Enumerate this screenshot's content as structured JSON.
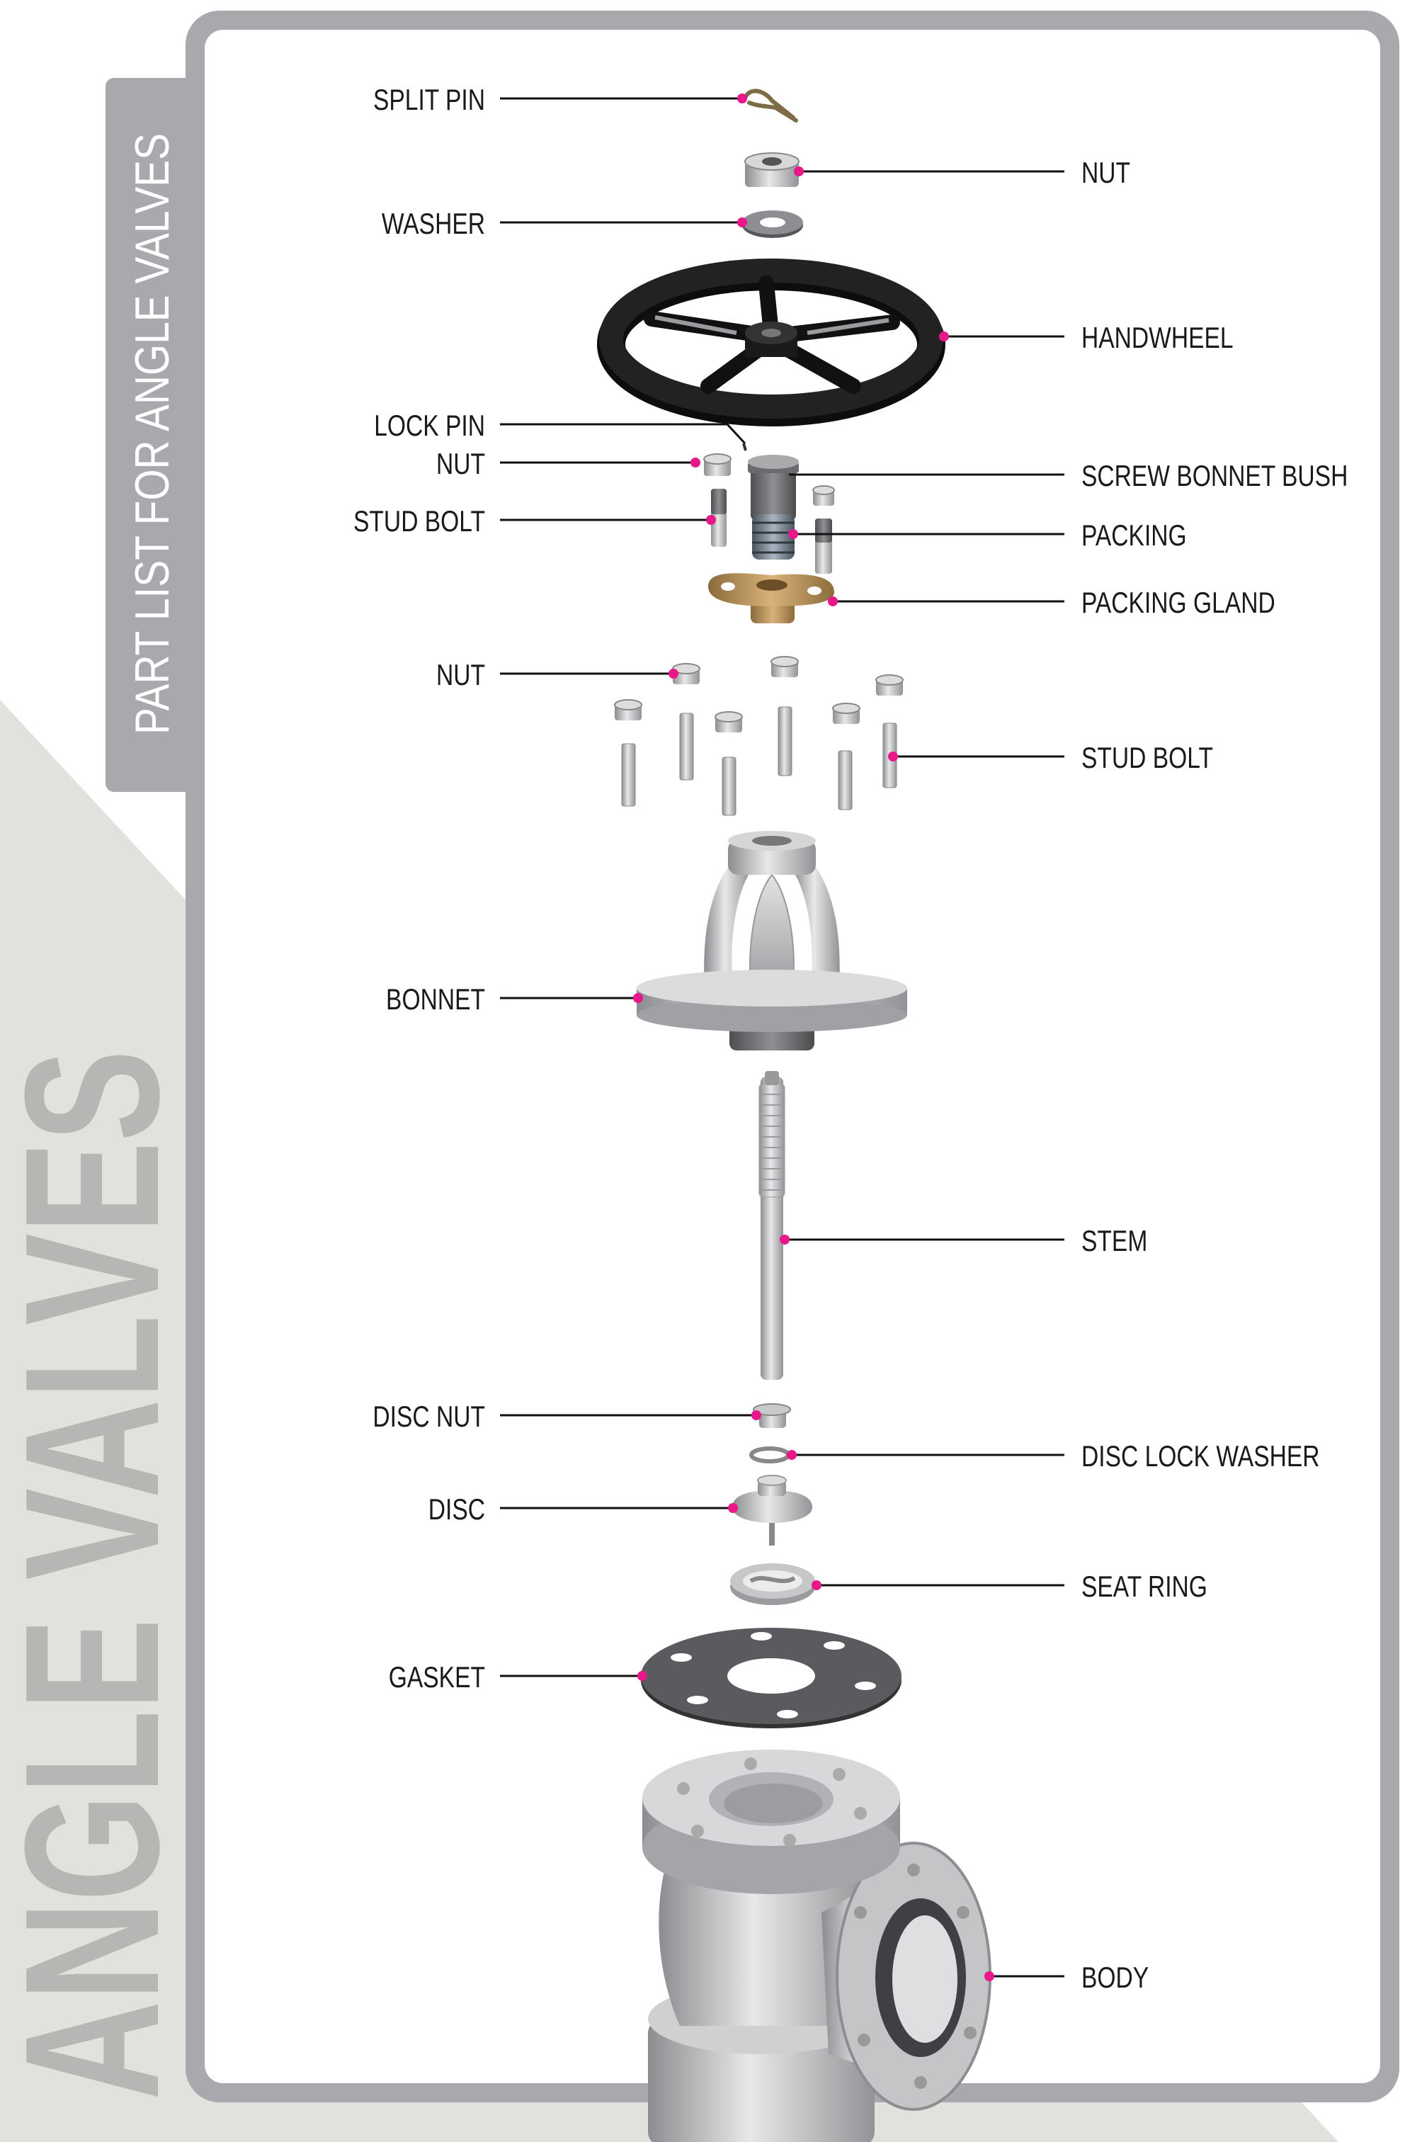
{
  "tab_title": "PART LIST FOR ANGLE VALVES",
  "big_title": "ANGLE VALVES",
  "colors": {
    "frame": "#a7a9ac",
    "accent_dot": "#e8178a",
    "background_shape": "#e1e2de",
    "big_title": "#b5b7b4"
  },
  "parts_left": [
    {
      "label": "SPLIT PIN"
    },
    {
      "label": "WASHER"
    },
    {
      "label": "LOCK PIN"
    },
    {
      "label": "NUT"
    },
    {
      "label": "STUD BOLT"
    },
    {
      "label": "NUT"
    },
    {
      "label": "BONNET"
    },
    {
      "label": "DISC NUT"
    },
    {
      "label": "DISC"
    },
    {
      "label": "GASKET"
    }
  ],
  "parts_right": [
    {
      "label": "NUT"
    },
    {
      "label": "HANDWHEEL"
    },
    {
      "label": "SCREW BONNET BUSH"
    },
    {
      "label": "PACKING"
    },
    {
      "label": "PACKING GLAND"
    },
    {
      "label": "STUD BOLT"
    },
    {
      "label": "STEM"
    },
    {
      "label": "DISC LOCK WASHER"
    },
    {
      "label": "SEAT RING"
    },
    {
      "label": "BODY"
    }
  ]
}
